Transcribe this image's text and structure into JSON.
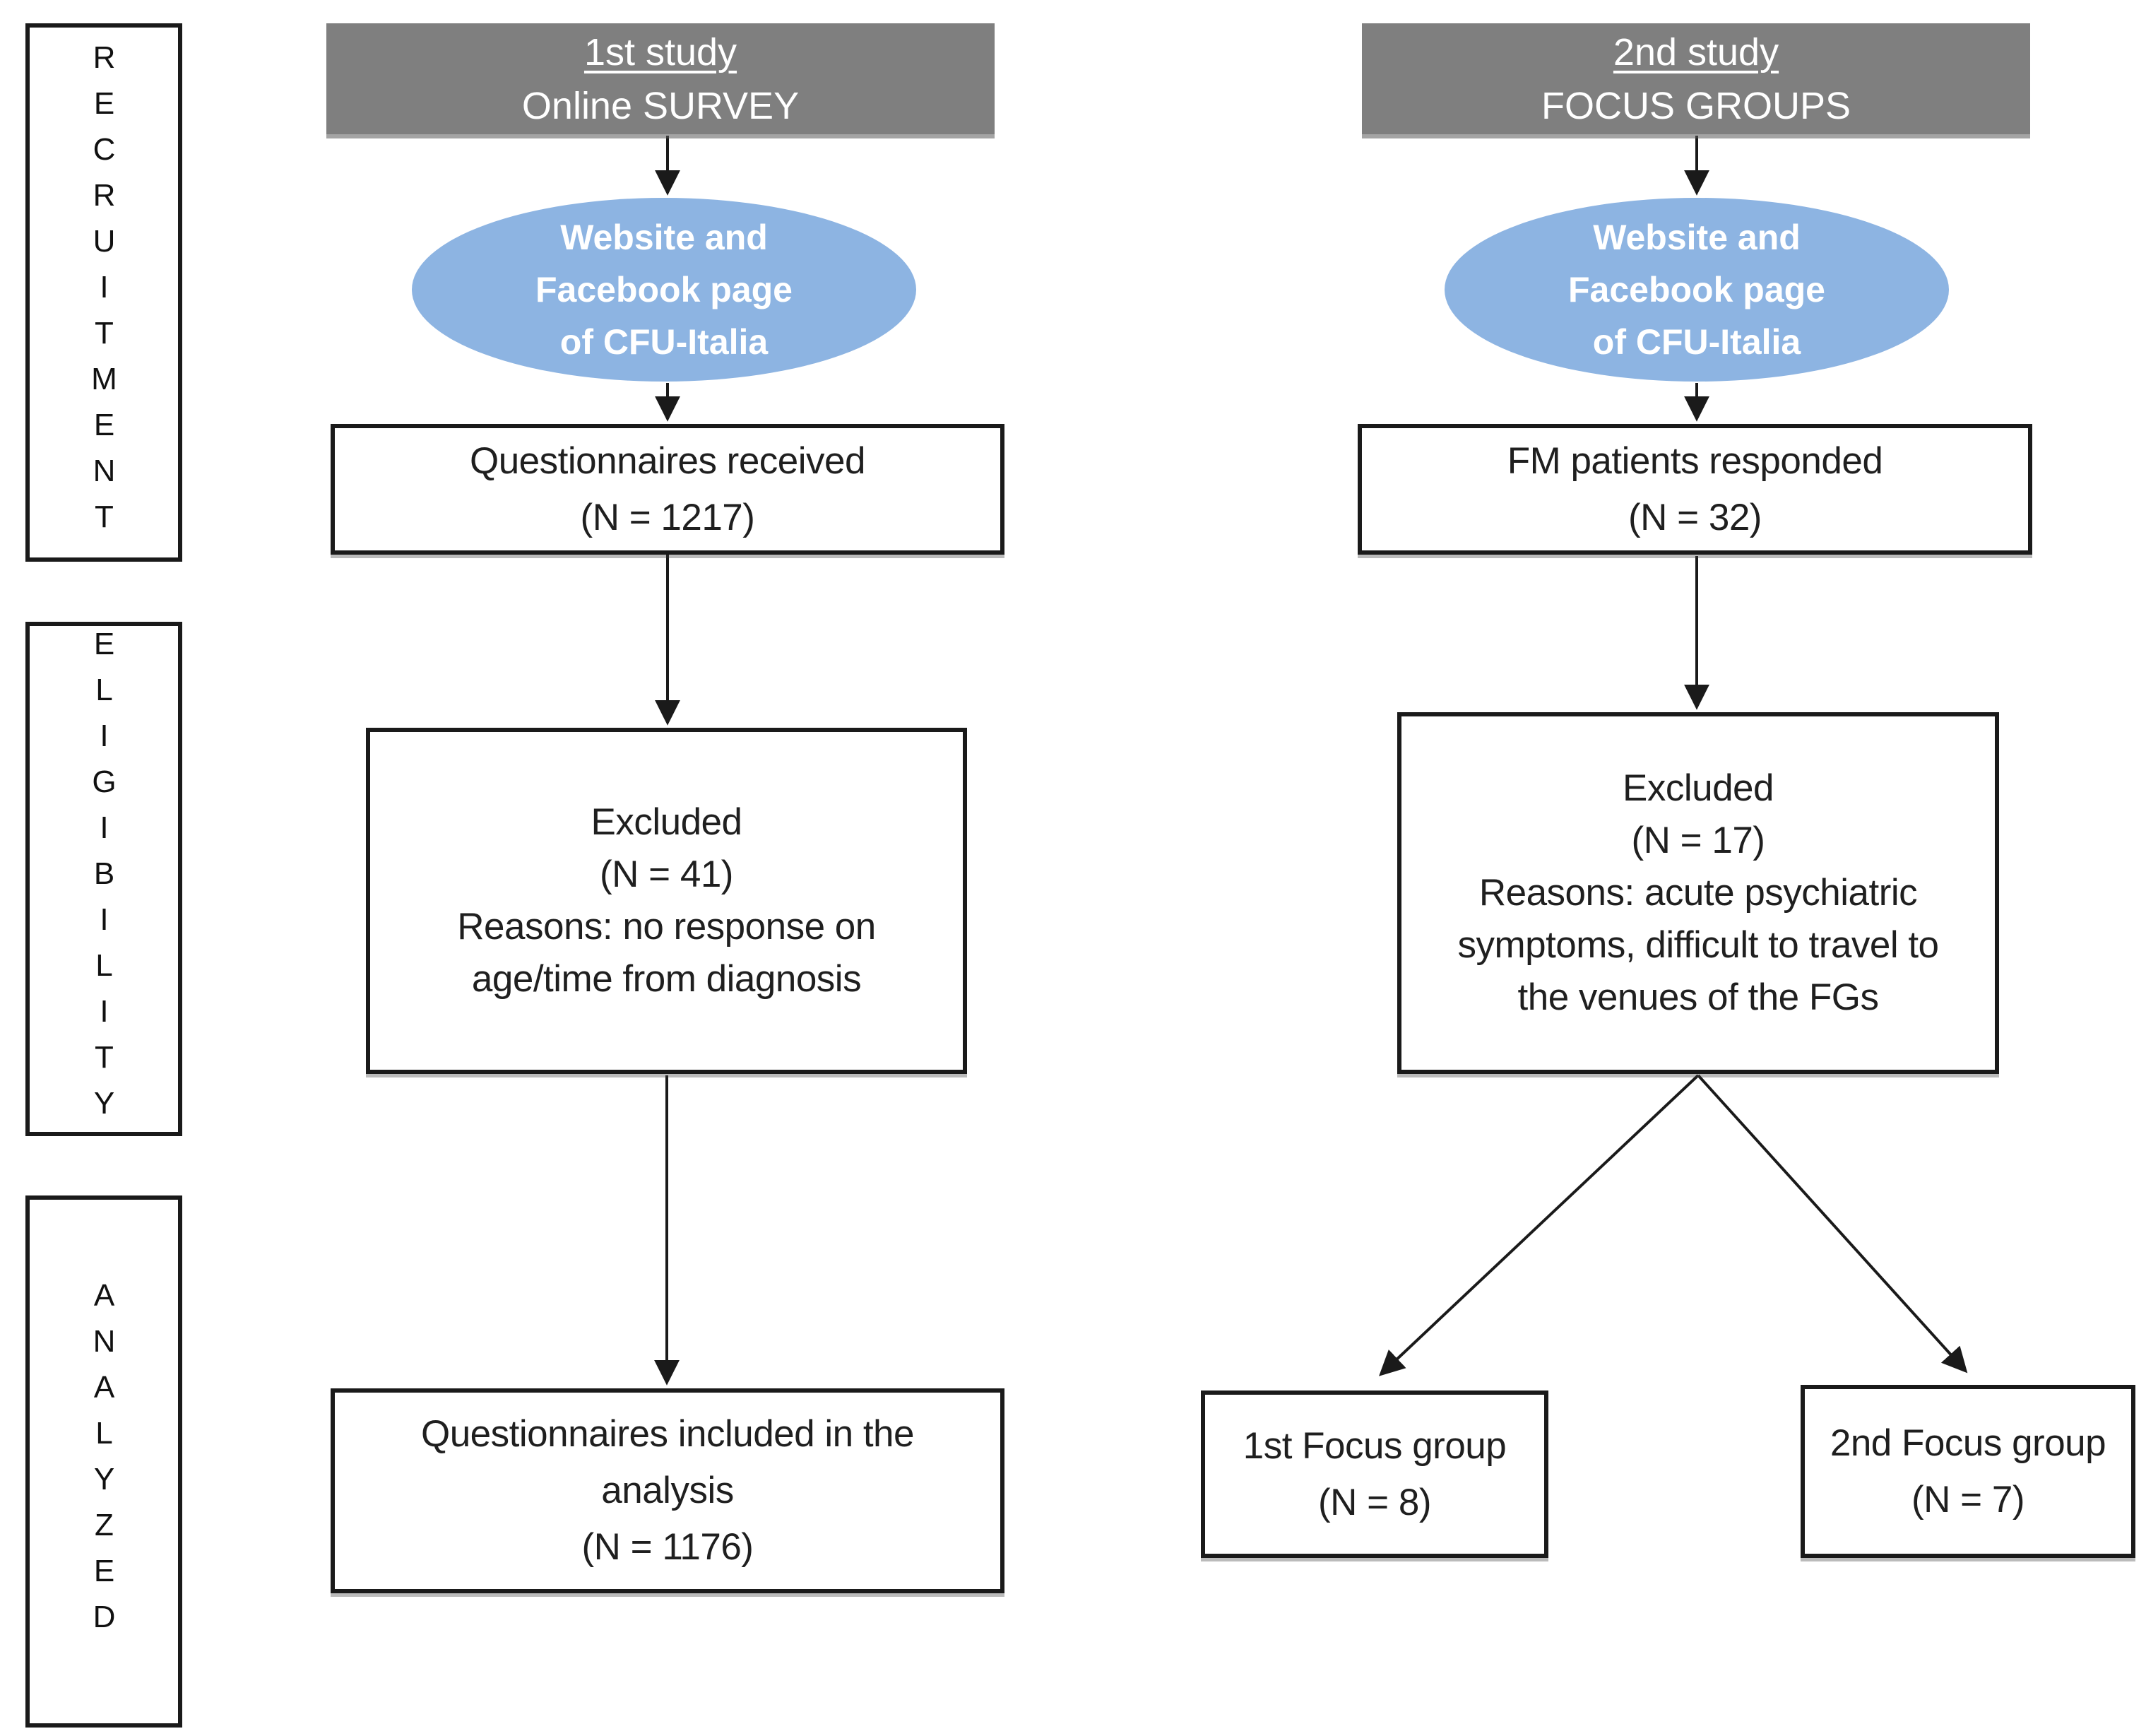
{
  "colors": {
    "header_fill": "#7f7f7f",
    "header_text": "#ffffff",
    "ellipse_fill": "#8db4e2",
    "ellipse_text": "#ffffff",
    "box_border": "#1a1a1a",
    "box_text": "#1f1f1f",
    "arrow": "#1a1a1a",
    "background": "#ffffff"
  },
  "sidebar": {
    "stages": [
      {
        "label": "RECRUITMENT"
      },
      {
        "label": "ELIGIBILITY"
      },
      {
        "label": "ANALYZED"
      }
    ]
  },
  "columns": [
    {
      "header": {
        "line1": "1st study",
        "line2": "Online SURVEY"
      },
      "source": {
        "line1": "Website and",
        "line2": "Facebook page",
        "line3": "of CFU-Italia"
      },
      "received": {
        "line1": "Questionnaires received",
        "line2": "(N = 1217)"
      },
      "excluded": {
        "lines": [
          "Excluded",
          "(N = 41)",
          "Reasons: no response on",
          "age/time from diagnosis"
        ]
      },
      "analyzed": {
        "lines": [
          "Questionnaires included in the",
          "analysis",
          "(N = 1176)"
        ]
      }
    },
    {
      "header": {
        "line1": "2nd study",
        "line2": "FOCUS GROUPS"
      },
      "source": {
        "line1": "Website and",
        "line2": "Facebook page",
        "line3": "of CFU-Italia"
      },
      "received": {
        "line1": "FM patients responded",
        "line2": "(N = 32)"
      },
      "excluded": {
        "lines": [
          "Excluded",
          "(N = 17)",
          "Reasons: acute psychiatric",
          "symptoms, difficult to travel to",
          "the venues of the FGs"
        ]
      },
      "focus_groups": [
        {
          "line1": "1st Focus group",
          "line2": "(N = 8)"
        },
        {
          "line1": "2nd Focus group",
          "line2": "(N = 7)"
        }
      ]
    }
  ]
}
